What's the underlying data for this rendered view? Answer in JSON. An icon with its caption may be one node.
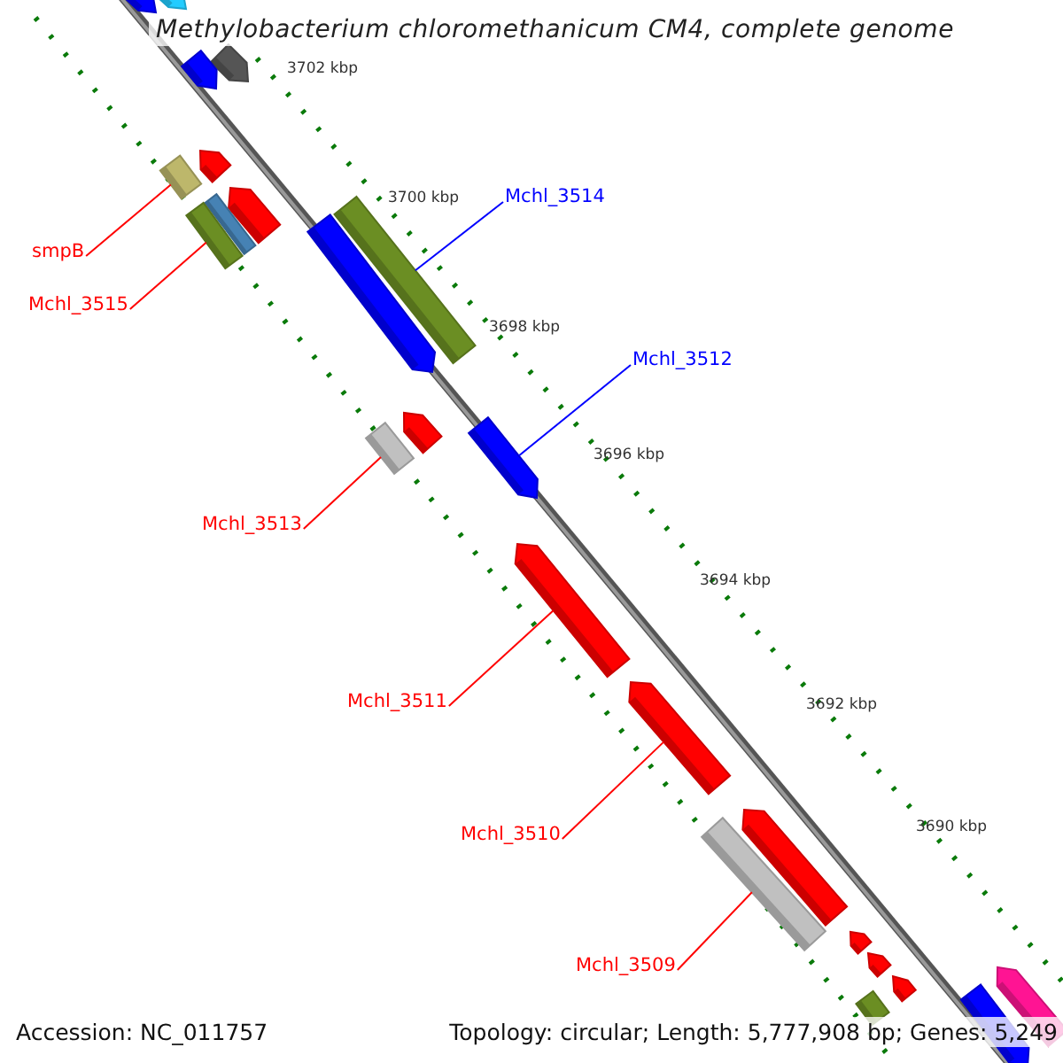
{
  "diagram": {
    "title": "Methylobacterium chloromethanicum CM4, complete genome",
    "nodes": [
      {
        "text": [
          "smpB"
        ]
      },
      {
        "text": [
          "Mchl_3515"
        ]
      },
      {
        "text": [
          "Mchl_3514"
        ]
      },
      {
        "text": [
          "Mchl_3512"
        ]
      },
      {
        "text": [
          "Mchl_3513"
        ]
      },
      {
        "text": [
          "Mchl_3511"
        ]
      },
      {
        "text": [
          "Mchl_3510"
        ]
      },
      {
        "text": [
          "Mchl_3509"
        ]
      },
      {
        "text": [],
        "shape": "arrow"
      },
      {
        "text": [],
        "shape": "arrow"
      },
      {
        "text": [],
        "shape": "arrow"
      },
      {
        "text": [],
        "shape": "arrow"
      },
      {
        "text": [],
        "shape": "arrow"
      },
      {
        "text": [],
        "shape": "box"
      },
      {
        "text": [],
        "shape": "arrow"
      },
      {
        "text": [],
        "shape": "box"
      },
      {
        "text": [],
        "shape": "box"
      },
      {
        "text": [],
        "shape": "box"
      },
      {
        "text": [],
        "shape": "arrow"
      },
      {
        "text": [],
        "shape": "arrow"
      },
      {
        "text": [],
        "shape": "box"
      },
      {
        "text": [],
        "shape": "arrow"
      },
      {
        "text": [],
        "shape": "arrow"
      },
      {
        "text": [],
        "shape": "arrow"
      },
      {
        "text": [],
        "shape": "arrow"
      },
      {
        "text": [],
        "shape": "box"
      },
      {
        "text": [],
        "shape": "arrow"
      },
      {
        "text": [],
        "shape": "arrow"
      },
      {
        "text": [],
        "shape": "arrow"
      },
      {
        "text": [],
        "shape": "arrow"
      },
      {
        "text": [],
        "shape": "box"
      },
      {
        "text": [],
        "shape": "arrow"
      }
    ],
    "edges": [
      {
        "from": 0,
        "to": 13,
        "arrow": "none"
      },
      {
        "from": 1,
        "to": 16,
        "arrow": "none"
      },
      {
        "from": 2,
        "to": 17,
        "arrow": "none",
        "color": "#0000ff"
      },
      {
        "from": 3,
        "to": 21,
        "arrow": "none",
        "color": "#0000ff"
      },
      {
        "from": 4,
        "to": 20,
        "arrow": "none"
      },
      {
        "from": 5,
        "to": 22,
        "arrow": "none"
      },
      {
        "from": 6,
        "to": 23,
        "arrow": "none"
      },
      {
        "from": 7,
        "to": 25,
        "arrow": "none"
      }
    ],
    "labels": [
      "3702 kbp",
      "3700 kbp",
      "3698 kbp",
      "3696 kbp",
      "3694 kbp",
      "3692 kbp",
      "3690 kbp",
      "Accession: NC_011757",
      "Topology: circular; Length: 5,777,908 bp; Genes: 5,249"
    ]
  }
}
